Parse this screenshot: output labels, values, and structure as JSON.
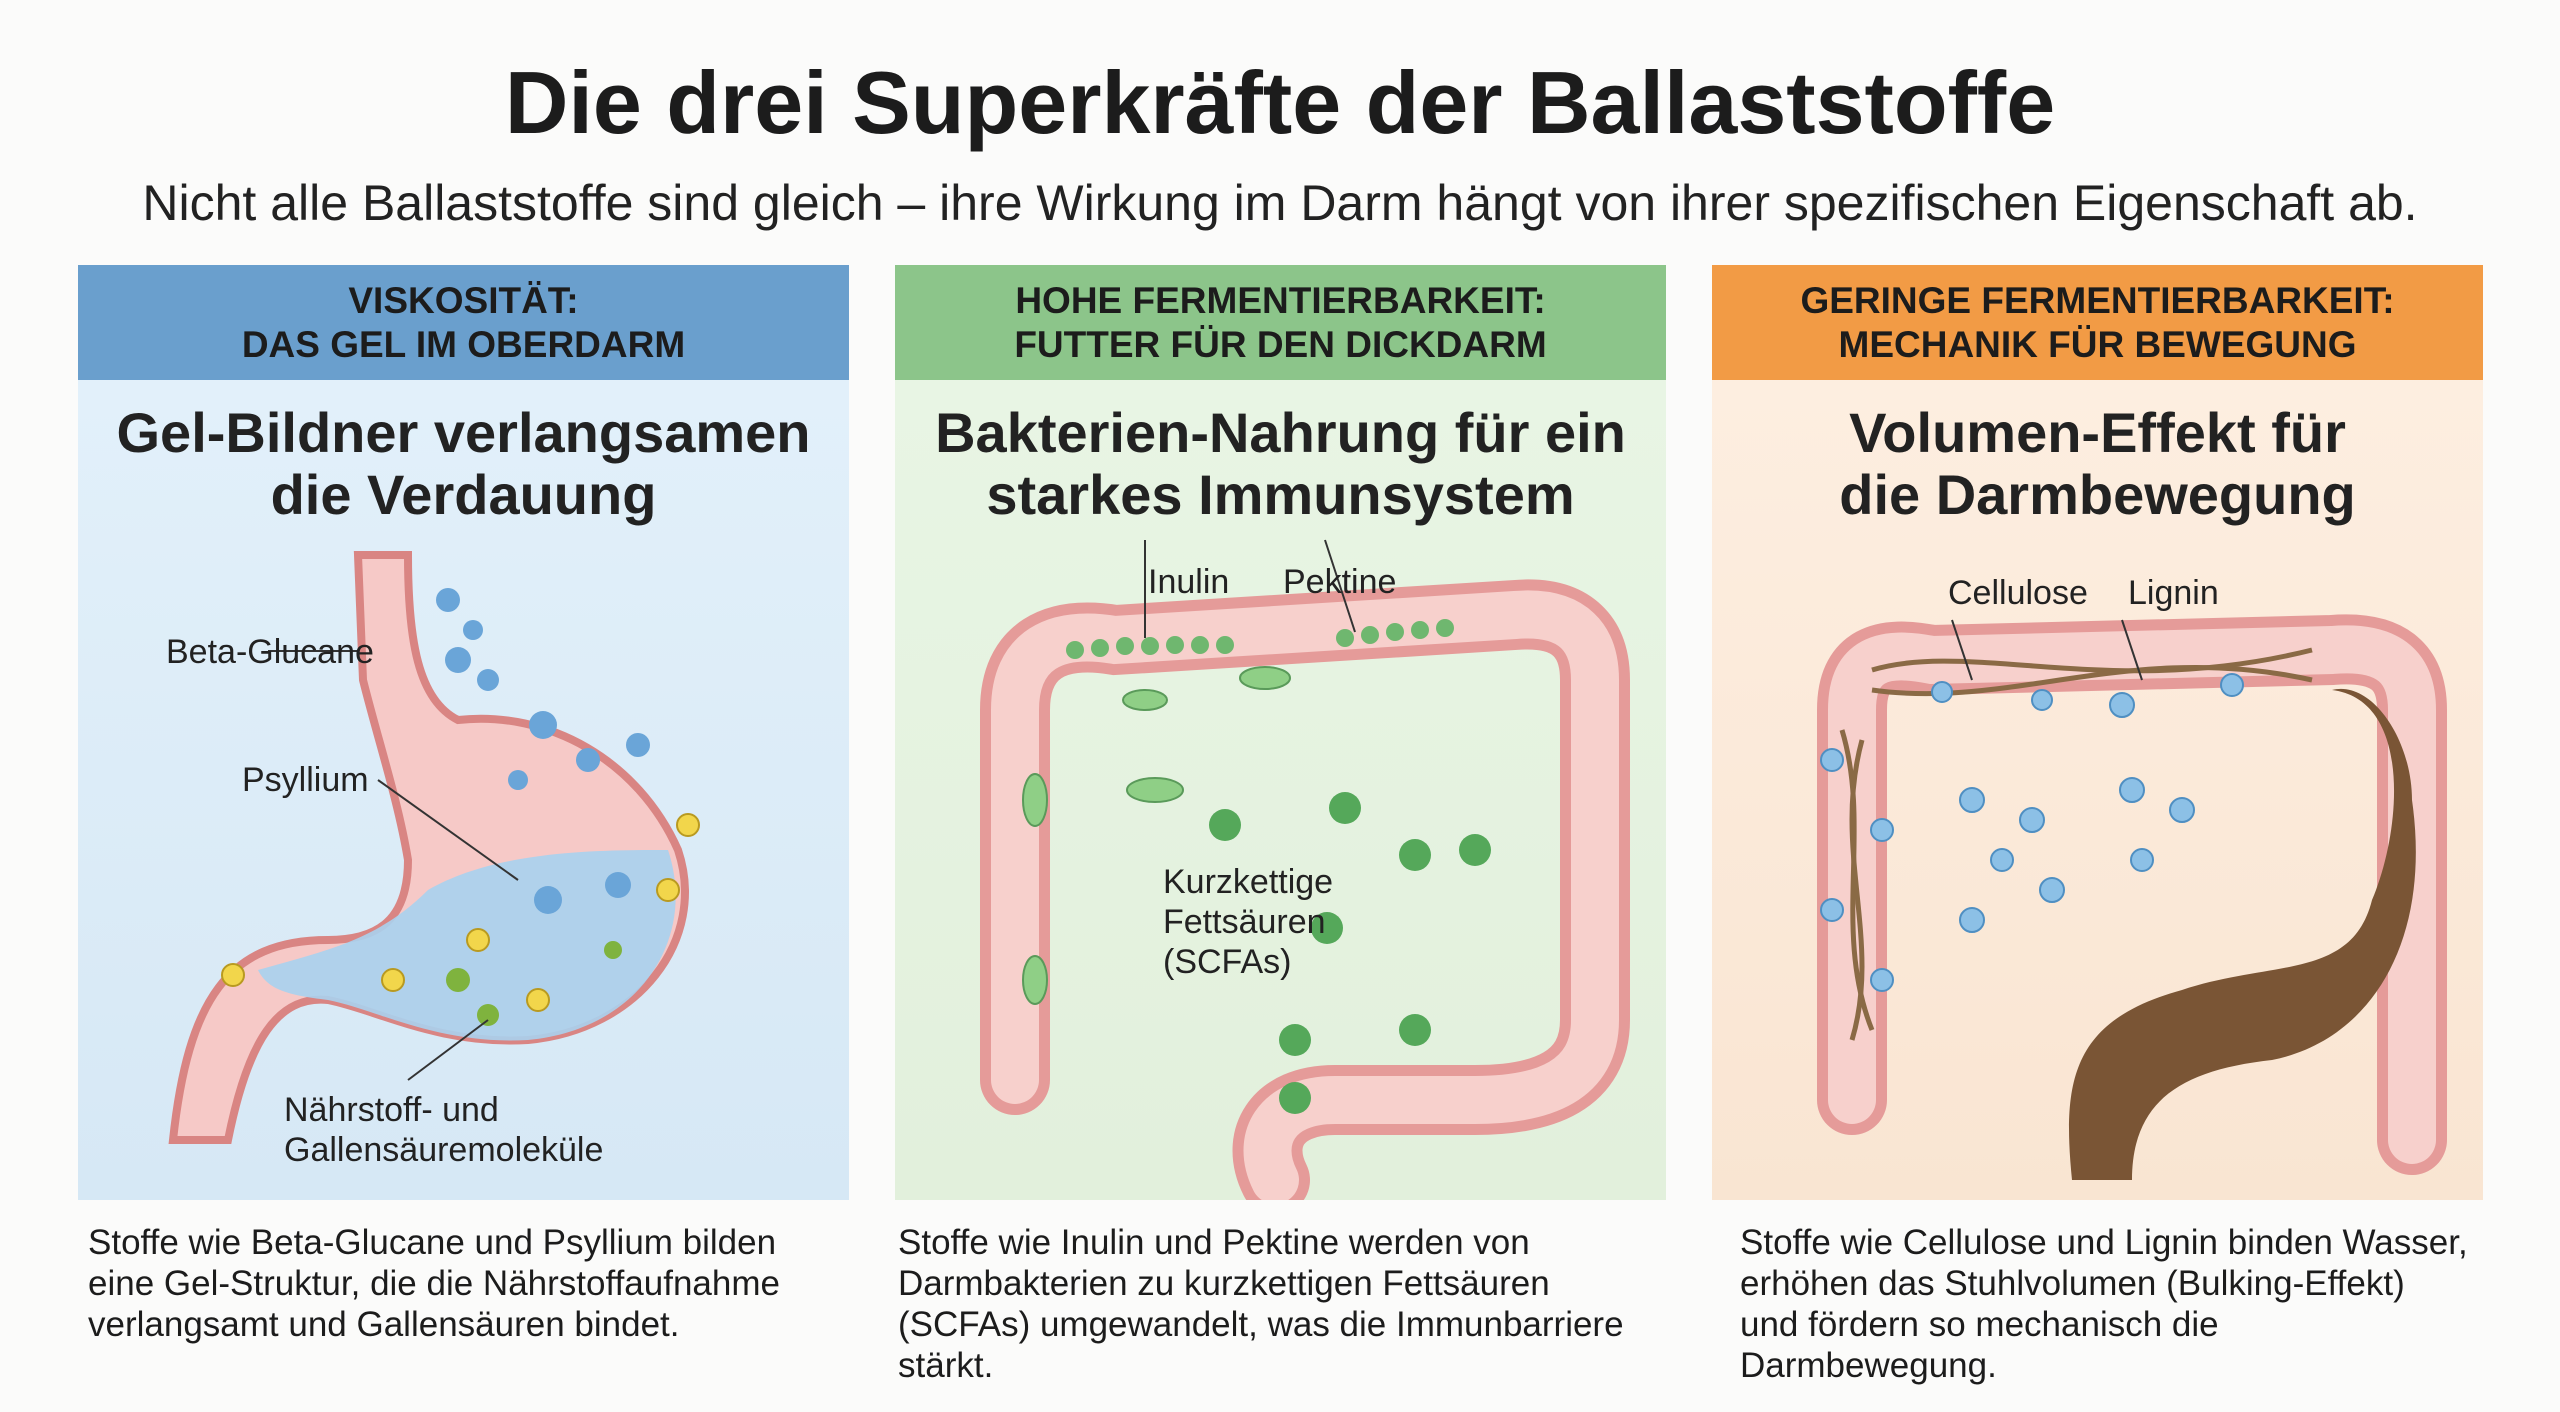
{
  "title": "Die drei Superkräfte der Ballaststoffe",
  "subtitle": "Nicht alle Ballaststoffe sind gleich – ihre Wirkung im Darm hängt von ihrer spezifischen Eigenschaft ab.",
  "colors": {
    "blue": "#6a9fcd",
    "green": "#8cc58a",
    "orange": "#f29b45"
  },
  "panels": [
    {
      "header_line1": "VISKOSITÄT:",
      "header_line2": "DAS GEL IM OBERDARM",
      "heading_line1": "Gel-Bildner verlangsamen",
      "heading_line2": "die Verdauung",
      "labels": {
        "a": "Beta-Glucane",
        "b": "Psyllium",
        "c1": "Nährstoff- und",
        "c2": "Gallensäuremoleküle"
      },
      "description": "Stoffe wie Beta-Glucane und Psyllium bilden eine Gel-Struktur, die die Nährstoffaufnahme verlangsamt und Gallensäuren bindet."
    },
    {
      "header_line1": "HOHE FERMENTIERBARKEIT:",
      "header_line2": "FUTTER FÜR DEN DICKDARM",
      "heading_line1": "Bakterien-Nahrung für ein",
      "heading_line2": "starkes Immunsystem",
      "labels": {
        "a": "Inulin",
        "b": "Pektine",
        "c1": "Kurzkettige",
        "c2": "Fettsäuren",
        "c3": "(SCFAs)"
      },
      "description": "Stoffe wie Inulin und Pektine werden von Darmbakterien zu kurzkettigen Fettsäuren (SCFAs) umgewandelt, was die Immunbarriere stärkt."
    },
    {
      "header_line1": "GERINGE FERMENTIERBARKEIT:",
      "header_line2": "MECHANIK FÜR BEWEGUNG",
      "heading_line1": "Volumen-Effekt für",
      "heading_line2": "die Darmbewegung",
      "labels": {
        "a": "Cellulose",
        "b": "Lignin"
      },
      "description": "Stoffe wie Cellulose und Lignin binden Wasser, erhöhen das Stuhlvolumen (Bulking-Effekt) und fördern so mechanisch die Darmbewegung."
    }
  ]
}
